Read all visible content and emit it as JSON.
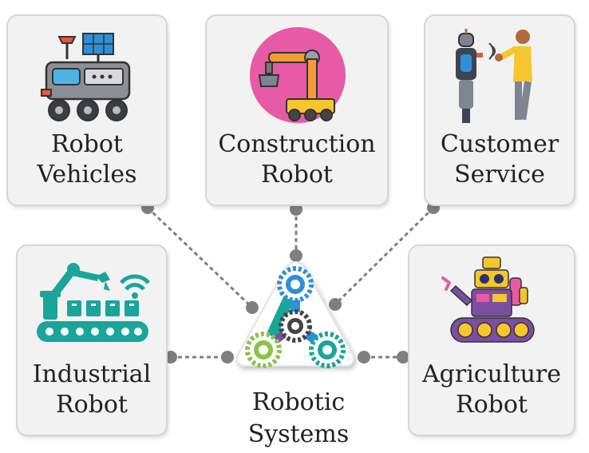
{
  "center": {
    "line1": "Robotic",
    "line2": "Systems",
    "icon": "gears-triangle-icon"
  },
  "cards": {
    "robot_vehicles": {
      "line1": "Robot",
      "line2": "Vehicles",
      "icon": "robot-vehicle-icon"
    },
    "construction_robot": {
      "line1": "Construction",
      "line2": "Robot",
      "icon": "construction-robot-arm-icon"
    },
    "customer_service": {
      "line1": "Customer",
      "line2": "Service",
      "icon": "service-robot-icon"
    },
    "industrial_robot": {
      "line1": "Industrial",
      "line2": "Robot",
      "icon": "industrial-arm-conveyor-icon"
    },
    "agriculture_robot": {
      "line1": "Agriculture",
      "line2": "Robot",
      "icon": "agriculture-robot-icon"
    }
  },
  "colors": {
    "card_bg": "#f2f2f2",
    "card_border": "#d6d6d6",
    "connector": "#7f7f7f",
    "teal": "#1aa59a",
    "pink": "#e85aa5",
    "yellow": "#f5c72c",
    "purple": "#7b4ea1"
  }
}
